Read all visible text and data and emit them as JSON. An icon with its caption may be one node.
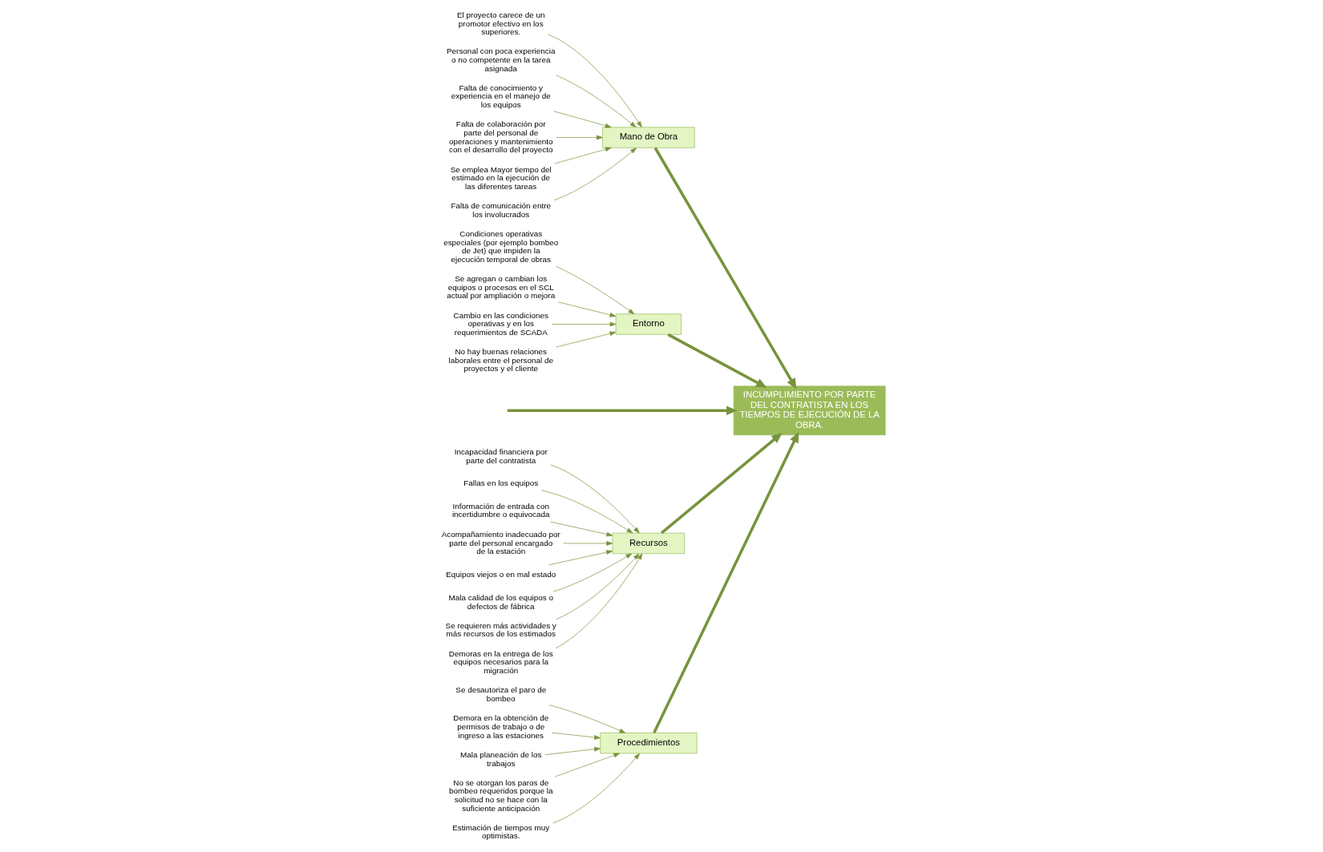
{
  "diagram": {
    "nodes": [
      {
        "text": [
          "Procedimientos"
        ]
      },
      {
        "text": [
          "Mano de Obra"
        ]
      },
      {
        "text": [
          "Entorno"
        ]
      },
      {
        "text": [
          "Recursos"
        ]
      },
      {
        "text": [
          "INCUMPLIMIENTO POR PARTE DEL CONTRATISTA EN LOS TIEMPOS DE EJECUCIÓN DE LA OBRA."
        ]
      },
      {
        "text": [
          "Se desautoriza el paro de bombeo"
        ]
      },
      {
        "text": [
          "Demora en la obtención de permisos de trabajo o de ingreso a las estaciones"
        ]
      },
      {
        "text": [
          "Mala planeación de los trabajos"
        ]
      },
      {
        "text": [
          "No se otorgan los paros de bombeo requeridos porque la solicitud no se hace con la suficiente anticipación"
        ]
      },
      {
        "text": [
          "Estimación de tiempos muy optimistas."
        ]
      },
      {
        "text": [
          "El proyecto carece de un promotor efectivo en los superiores."
        ]
      },
      {
        "text": [
          "Personal con poca experiencia o no competente en la tarea asignada"
        ]
      },
      {
        "text": [
          "Falta de conocimiento y experiencia en el manejo de los equipos"
        ]
      },
      {
        "text": [
          "Falta de colaboración por parte del personal de operaciones y mantenimiento con el desarrollo del proyecto"
        ]
      },
      {
        "text": [
          "Se emplea Mayor tiempo del estimado en la ejecución de las diferentes tareas"
        ]
      },
      {
        "text": [
          "Falta de comunicación entre los involucrados"
        ]
      },
      {
        "text": [
          "Condiciones operativas especiales (por ejemplo bombeo de Jet) que impiden la ejecución temporal de obras"
        ]
      },
      {
        "text": [
          "Se agregan o cambian los equipos o procesos en el SCL actual por ampliación o mejora"
        ]
      },
      {
        "text": [
          "Cambio en las condiciones operativas y en los requerimientos de SCADA"
        ]
      },
      {
        "text": [
          "No hay buenas relaciones laborales entre el personal de proyectos y el cliente"
        ]
      },
      {
        "text": [
          "Incapacidad financiera por parte del contratista"
        ]
      },
      {
        "text": [
          "Fallas en los equipos"
        ]
      },
      {
        "text": [
          "Información de entrada con incertidumbre o equivocada"
        ]
      },
      {
        "text": [
          "Acompañamiento inadecuado por parte del personal encargado de la estación"
        ]
      },
      {
        "text": [
          "Equipos viejos o en mal estado"
        ]
      },
      {
        "text": [
          "Mala calidad de los equipos o defectos de fábrica"
        ]
      },
      {
        "text": [
          "Se requieren más actividades y más recursos de los estimados"
        ]
      },
      {
        "text": [
          "Demoras en la entrega de los equipos necesarios para la migración"
        ]
      }
    ],
    "edges": [
      {
        "from": null,
        "to": 4,
        "arrow": "to",
        "style": "thick"
      },
      {
        "from": 0,
        "to": 4,
        "arrow": "to",
        "style": "thick"
      },
      {
        "from": 1,
        "to": 4,
        "arrow": "to",
        "style": "thick"
      },
      {
        "from": 2,
        "to": 4,
        "arrow": "to",
        "style": "thick"
      },
      {
        "from": 3,
        "to": 4,
        "arrow": "to",
        "style": "thick"
      },
      {
        "from": 5,
        "to": 0,
        "arrow": "to"
      },
      {
        "from": 6,
        "to": 0,
        "arrow": "to"
      },
      {
        "from": 7,
        "to": 0,
        "arrow": "to"
      },
      {
        "from": 8,
        "to": 0,
        "arrow": "to"
      },
      {
        "from": 9,
        "to": 0,
        "arrow": "to"
      },
      {
        "from": 10,
        "to": 1,
        "arrow": "to"
      },
      {
        "from": 11,
        "to": 1,
        "arrow": "to"
      },
      {
        "from": 12,
        "to": 1,
        "arrow": "to"
      },
      {
        "from": 13,
        "to": 1,
        "arrow": "to"
      },
      {
        "from": 14,
        "to": 1,
        "arrow": "to"
      },
      {
        "from": 15,
        "to": 1,
        "arrow": "to"
      },
      {
        "from": 16,
        "to": 2,
        "arrow": "to"
      },
      {
        "from": 17,
        "to": 2,
        "arrow": "to"
      },
      {
        "from": 18,
        "to": 2,
        "arrow": "to"
      },
      {
        "from": 19,
        "to": 2,
        "arrow": "to"
      },
      {
        "from": 20,
        "to": 3,
        "arrow": "to"
      },
      {
        "from": 21,
        "to": 3,
        "arrow": "to"
      },
      {
        "from": 22,
        "to": 3,
        "arrow": "to"
      },
      {
        "from": 23,
        "to": 3,
        "arrow": "to"
      },
      {
        "from": 24,
        "to": 3,
        "arrow": "to"
      },
      {
        "from": 25,
        "to": 3,
        "arrow": "to"
      },
      {
        "from": 26,
        "to": 3,
        "arrow": "to"
      },
      {
        "from": 27,
        "to": 3,
        "arrow": "to"
      }
    ]
  }
}
